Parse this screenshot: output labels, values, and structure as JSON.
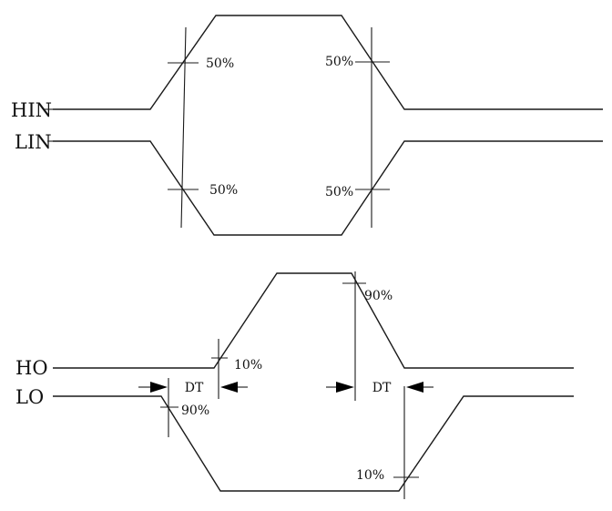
{
  "signals": {
    "hin": "HIN",
    "lin": "LIN",
    "ho": "HO",
    "lo": "LO"
  },
  "input_thresholds": {
    "hin_rise": "50%",
    "hin_fall": "50%",
    "lin_fall": "50%",
    "lin_rise": "50%"
  },
  "output_thresholds": {
    "ho_rise": "10%",
    "ho_fall": "90%",
    "lo_fall": "90%",
    "lo_rise": "10%"
  },
  "dead_time": {
    "first": "DT",
    "second": "DT"
  },
  "colors": {
    "ink": "#1a1a1a",
    "background": "#ffffff"
  }
}
